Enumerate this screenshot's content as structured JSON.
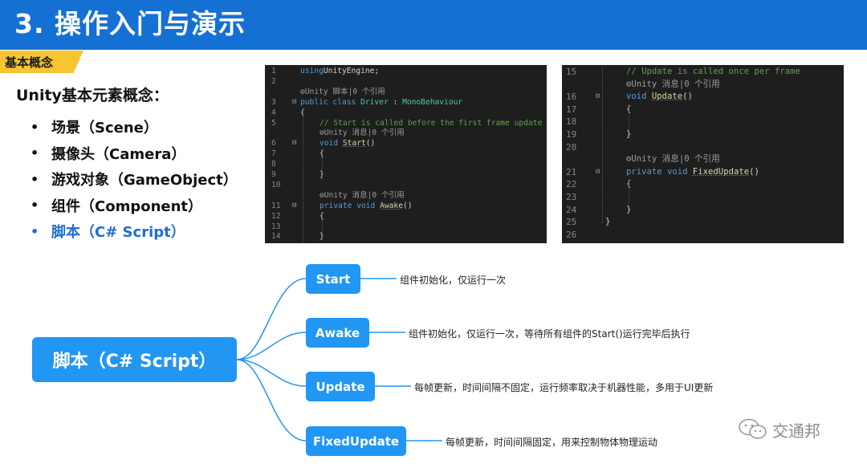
{
  "header": {
    "title": "3. 操作入门与演示"
  },
  "section_tag": "基本概念",
  "subtitle": "Unity基本元素概念：",
  "bullets": [
    {
      "text": "场景（Scene）",
      "active": false
    },
    {
      "text": "摄像头（Camera）",
      "active": false
    },
    {
      "text": "游戏对象（GameObject）",
      "active": false
    },
    {
      "text": "组件（Component）",
      "active": false
    },
    {
      "text": "脚本（C# Script）",
      "active": true
    }
  ],
  "code_left": [
    {
      "n": "1",
      "parts": [
        [
          "k",
          "using"
        ],
        [
          "",
          "UnityEngine;"
        ]
      ]
    },
    {
      "n": "2",
      "parts": []
    },
    {
      "n": "",
      "parts": [
        [
          "h",
          "⚙Unity 脚本|0 个引用"
        ]
      ]
    },
    {
      "n": "3",
      "parts": [
        [
          "k",
          "public class "
        ],
        [
          "t",
          "Driver"
        ],
        [
          "",
          " : "
        ],
        [
          "t",
          "MonoBehaviour"
        ]
      ]
    },
    {
      "n": "4",
      "parts": [
        [
          "",
          "{"
        ]
      ]
    },
    {
      "n": "5",
      "parts": [
        [
          "c",
          "// Start is called before the first frame update"
        ]
      ]
    },
    {
      "n": "",
      "parts": [
        [
          "h",
          "⚙Unity 消息|0 个引用"
        ]
      ]
    },
    {
      "n": "6",
      "parts": [
        [
          "k",
          "void "
        ],
        [
          "m",
          "Start"
        ],
        [
          "",
          "()"
        ]
      ]
    },
    {
      "n": "7",
      "parts": [
        [
          "",
          "{"
        ]
      ]
    },
    {
      "n": "8",
      "parts": []
    },
    {
      "n": "9",
      "parts": [
        [
          "",
          "}"
        ]
      ]
    },
    {
      "n": "10",
      "parts": []
    },
    {
      "n": "",
      "parts": [
        [
          "h",
          "⚙Unity 消息|0 个引用"
        ]
      ]
    },
    {
      "n": "11",
      "parts": [
        [
          "k",
          "private void "
        ],
        [
          "m",
          "Awake"
        ],
        [
          "",
          "()"
        ]
      ]
    },
    {
      "n": "12",
      "parts": [
        [
          "",
          "{"
        ]
      ]
    },
    {
      "n": "13",
      "parts": []
    },
    {
      "n": "14",
      "parts": [
        [
          "",
          "}"
        ]
      ]
    }
  ],
  "code_right": [
    {
      "n": "15",
      "parts": [
        [
          "c",
          "// Update is called once per frame"
        ]
      ]
    },
    {
      "n": "",
      "parts": [
        [
          "h",
          "⚙Unity 消息|0 个引用"
        ]
      ]
    },
    {
      "n": "16",
      "parts": [
        [
          "k",
          "void "
        ],
        [
          "m",
          "Update"
        ],
        [
          "",
          "()"
        ]
      ]
    },
    {
      "n": "17",
      "parts": [
        [
          "",
          "{"
        ]
      ]
    },
    {
      "n": "18",
      "parts": []
    },
    {
      "n": "19",
      "parts": [
        [
          "",
          "}"
        ]
      ]
    },
    {
      "n": "20",
      "parts": []
    },
    {
      "n": "",
      "parts": [
        [
          "h",
          "⚙Unity 消息|0 个引用"
        ]
      ]
    },
    {
      "n": "21",
      "parts": [
        [
          "k",
          "private void "
        ],
        [
          "m",
          "FixedUpdate"
        ],
        [
          "",
          "()"
        ]
      ]
    },
    {
      "n": "22",
      "parts": [
        [
          "",
          "{"
        ]
      ]
    },
    {
      "n": "23",
      "parts": []
    },
    {
      "n": "24",
      "parts": [
        [
          "",
          "}"
        ]
      ]
    },
    {
      "n": "25",
      "parts": [
        [
          "",
          "}"
        ]
      ]
    },
    {
      "n": "26",
      "parts": []
    }
  ],
  "mindmap": {
    "root": "脚本（C# Script）",
    "nodes": [
      {
        "label": "Start",
        "desc": "组件初始化，仅运行一次"
      },
      {
        "label": "Awake",
        "desc": "组件初始化，仅运行一次，等待所有组件的Start()运行完毕后执行"
      },
      {
        "label": "Update",
        "desc": "每帧更新，时间间隔不固定，运行频率取决于机器性能，多用于UI更新"
      },
      {
        "label": "FixedUpdate",
        "desc": "每帧更新，时间间隔固定，用来控制物体物理运动"
      }
    ]
  },
  "watermark": "交通邦",
  "colors": {
    "header": "#1570d4",
    "tag": "#f7c534",
    "node": "#2196f3",
    "active_bullet": "#1e6fd0",
    "code_bg": "#1e1e1e"
  }
}
